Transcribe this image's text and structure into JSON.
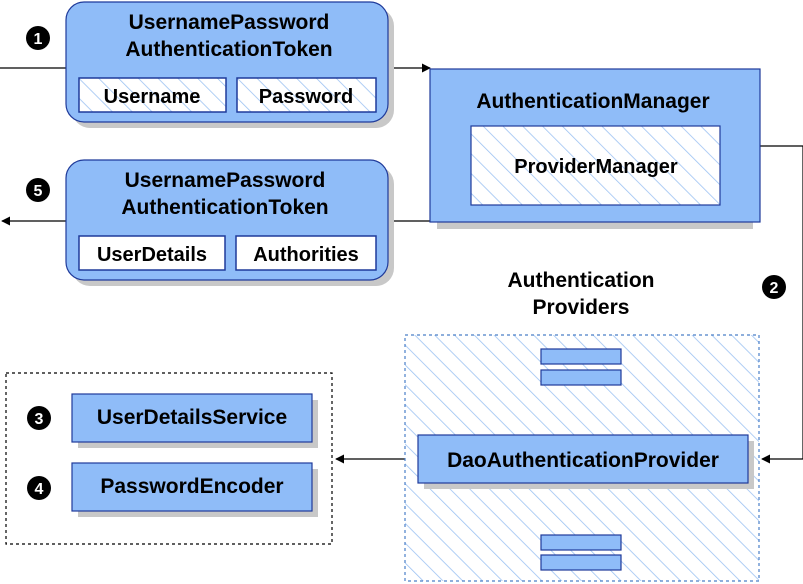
{
  "step_labels": [
    "1",
    "2",
    "3",
    "4",
    "5"
  ],
  "request_token": {
    "title_line1": "UsernamePassword",
    "title_line2": "AuthenticationToken",
    "fields": [
      "Username",
      "Password"
    ]
  },
  "response_token": {
    "title_line1": "UsernamePassword",
    "title_line2": "AuthenticationToken",
    "fields": [
      "UserDetails",
      "Authorities"
    ]
  },
  "authentication_manager": {
    "title": "AuthenticationManager",
    "implementation": "ProviderManager"
  },
  "providers": {
    "title_line1": "Authentication",
    "title_line2": "Providers",
    "dao_provider": "DaoAuthenticationProvider"
  },
  "dependencies": {
    "user_details_service": "UserDetailsService",
    "password_encoder": "PasswordEncoder"
  },
  "colors": {
    "box_fill": "#8fbcf8",
    "box_stroke": "#1f3a9a",
    "shadow": "#c8c8c8",
    "hatch": "#9cc2f2",
    "dashed_border": "#4a7fc8"
  }
}
